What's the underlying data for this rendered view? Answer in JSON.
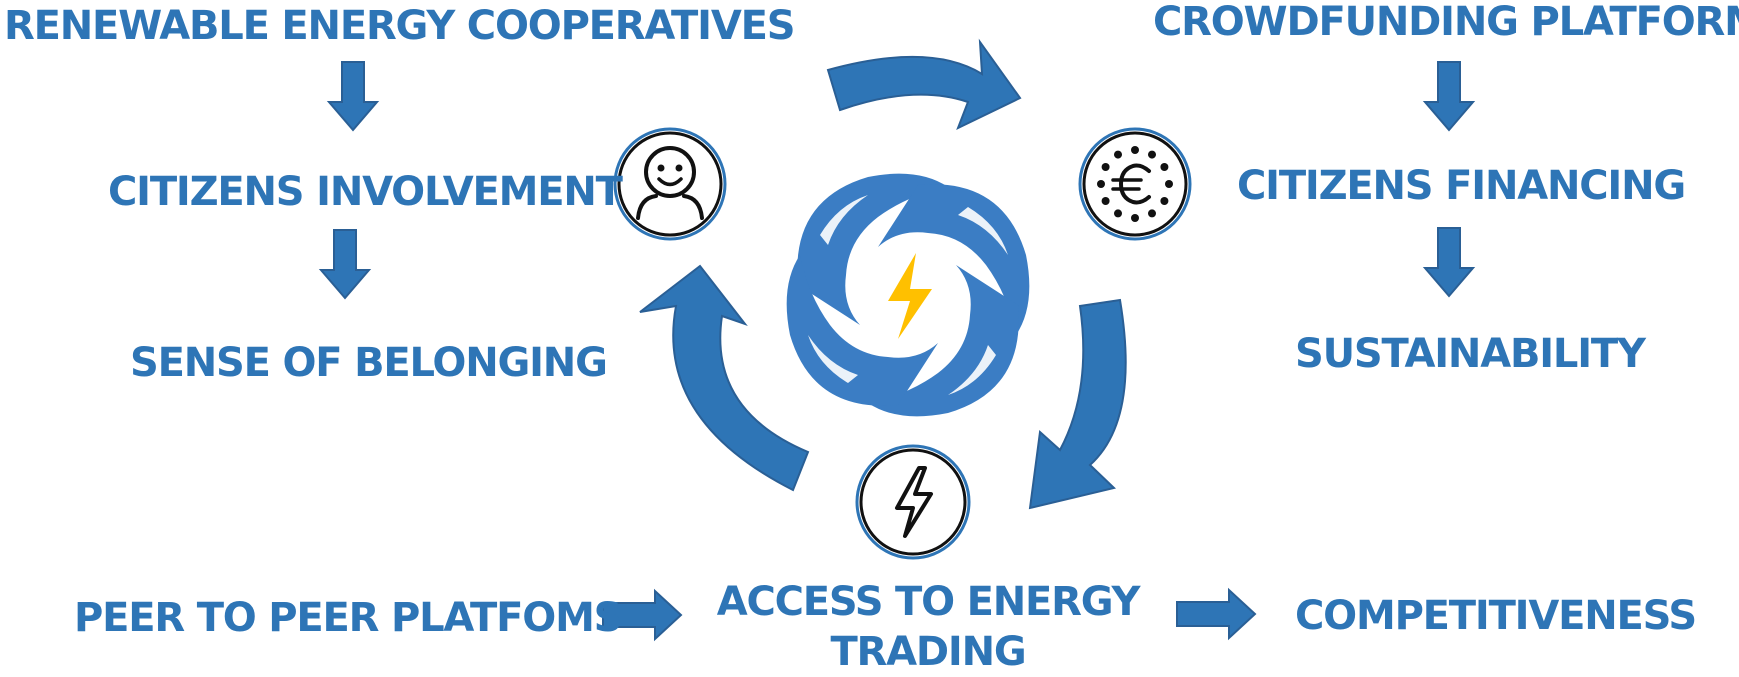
{
  "labels": {
    "top_left": "RENEWABLE ENERGY COOPERATIVES",
    "citizens_involvement": "CITIZENS INVOLVEMENT",
    "sense_of_belonging": "SENSE OF BELONGING",
    "top_right": "CROWDFUNDING PLATFORMS",
    "citizens_financing": "CITIZENS FINANCING",
    "sustainability": "SUSTAINABILITY",
    "peer_to_peer": "PEER TO PEER PLATFOMS",
    "access_line1": "ACCESS TO ENERGY",
    "access_line2": "TRADING",
    "competitiveness": "COMPETITIVENESS"
  },
  "icons": {
    "person": "smiley-person-icon",
    "euro": "euro-stars-icon",
    "lightning": "lightning-bolt-icon",
    "center_logo": "hands-lightning-logo"
  },
  "colors": {
    "text": "#2e75b6",
    "arrow": "#2e75b6",
    "arrow_border": "#2a5f95",
    "logo_blue": "#3b7dc4",
    "bolt_yellow": "#ffc000"
  }
}
